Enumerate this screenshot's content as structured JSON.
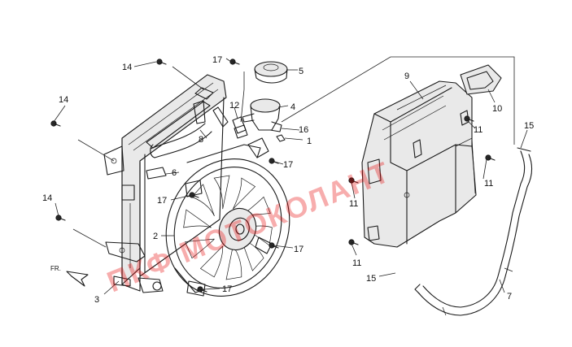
{
  "diagram": {
    "callouts": {
      "c1": "1",
      "c2": "2",
      "c3": "3",
      "c4": "4",
      "c5": "5",
      "c6": "6",
      "c7": "7",
      "c8": "8",
      "c9": "9",
      "c10": "10",
      "c11a": "11",
      "c11b": "11",
      "c11c": "11",
      "c11d": "11",
      "c12": "12",
      "c14a": "14",
      "c14b": "14",
      "c14c": "14",
      "c15a": "15",
      "c15b": "15",
      "c16": "16",
      "c17a": "17",
      "c17b": "17",
      "c17c": "17",
      "c17d": "17",
      "c17e": "17"
    },
    "direction_label": "FR.",
    "watermark": "ПКФ МОТОКОЛАНТ"
  }
}
